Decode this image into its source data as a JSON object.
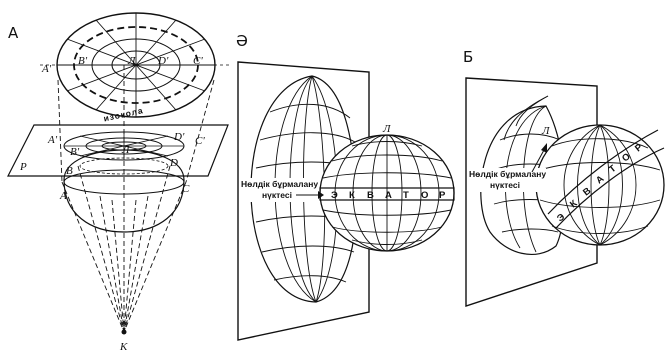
{
  "panels": [
    {
      "letter": "A",
      "points": {
        "A1": "A'",
        "B1": "B'",
        "L": "Л",
        "D1": "D'",
        "C1": "C'",
        "P": "P",
        "A": "A",
        "B": "B",
        "D": "D",
        "C": "C",
        "K": "К",
        "isocol": "изокола"
      }
    },
    {
      "letter": "Ә",
      "label_line1": "Нөлдік бұрмалану",
      "label_line2": "нүктесі",
      "top_point": "Л",
      "equator_letters": [
        "Э",
        "К",
        "В",
        "А",
        "Т",
        "О",
        "Р"
      ]
    },
    {
      "letter": "Б",
      "label_line1": "Нөлдік бұрмалану",
      "label_line2": "нүктесі",
      "top_point": "Л",
      "equator_letters": [
        "Э",
        "К",
        "В",
        "А",
        "Т",
        "О",
        "Р"
      ]
    }
  ]
}
